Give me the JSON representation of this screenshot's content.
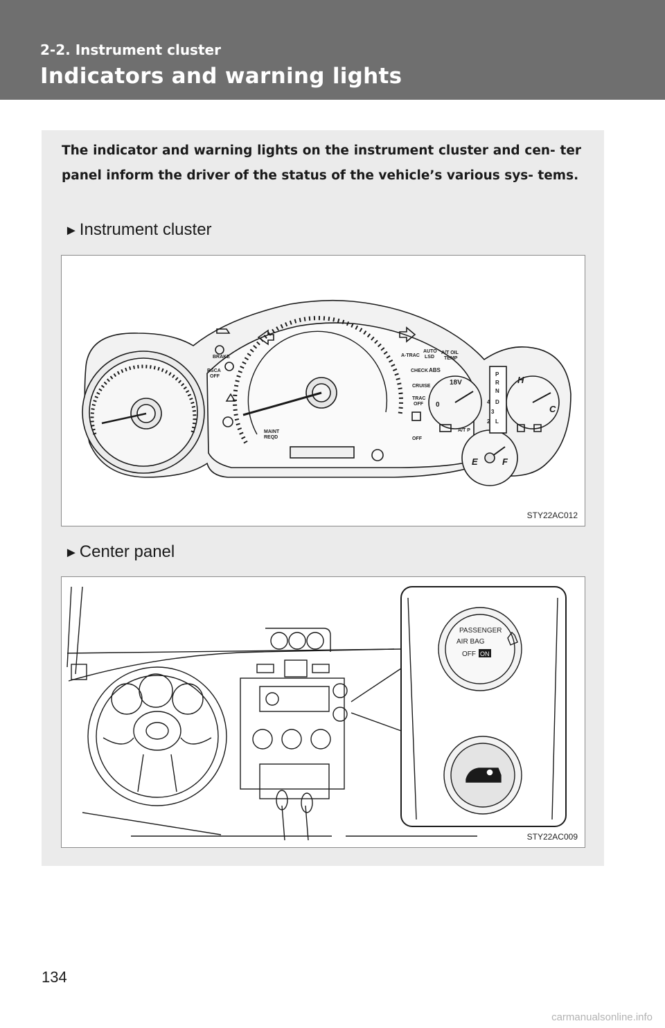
{
  "header": {
    "section": "2-2. Instrument cluster",
    "title": "Indicators and warning lights"
  },
  "intro": "The indicator and warning lights on the instrument cluster and cen- ter panel inform the driver of the status of the vehicle’s various sys- tems.",
  "figures": [
    {
      "heading": "Instrument cluster",
      "code": "STY22AC012",
      "labels": {
        "brake": "BRAKE",
        "rsca": "RSCA",
        "rsca_off": "OFF",
        "maint": "MAINT",
        "reqd": "REQD",
        "atrac": "A-TRAC",
        "auto": "AUTO",
        "lsd": "LSD",
        "atoil": "A/T OIL",
        "temp": "TEMP",
        "check": "CHECK",
        "abs": "ABS",
        "cruise": "CRUISE",
        "trac": "TRAC",
        "trac_off": "OFF",
        "slip_off": "OFF",
        "v18": "18V",
        "zero": "0",
        "atp": "A/T P",
        "h": "H",
        "c": "C",
        "e": "E",
        "f": "F",
        "gear_p": "P",
        "gear_r": "R",
        "gear_n": "N",
        "gear_d": "D",
        "gear_4": "4",
        "gear_3": "3",
        "gear_2": "2",
        "gear_l": "L"
      }
    },
    {
      "heading": "Center panel",
      "code": "STY22AC009",
      "labels": {
        "passenger": "PASSENGER",
        "airbag": "AIR BAG",
        "off": "OFF",
        "on": "ON"
      }
    }
  ],
  "page_number": "134",
  "watermark": "carmanualsonline.info"
}
